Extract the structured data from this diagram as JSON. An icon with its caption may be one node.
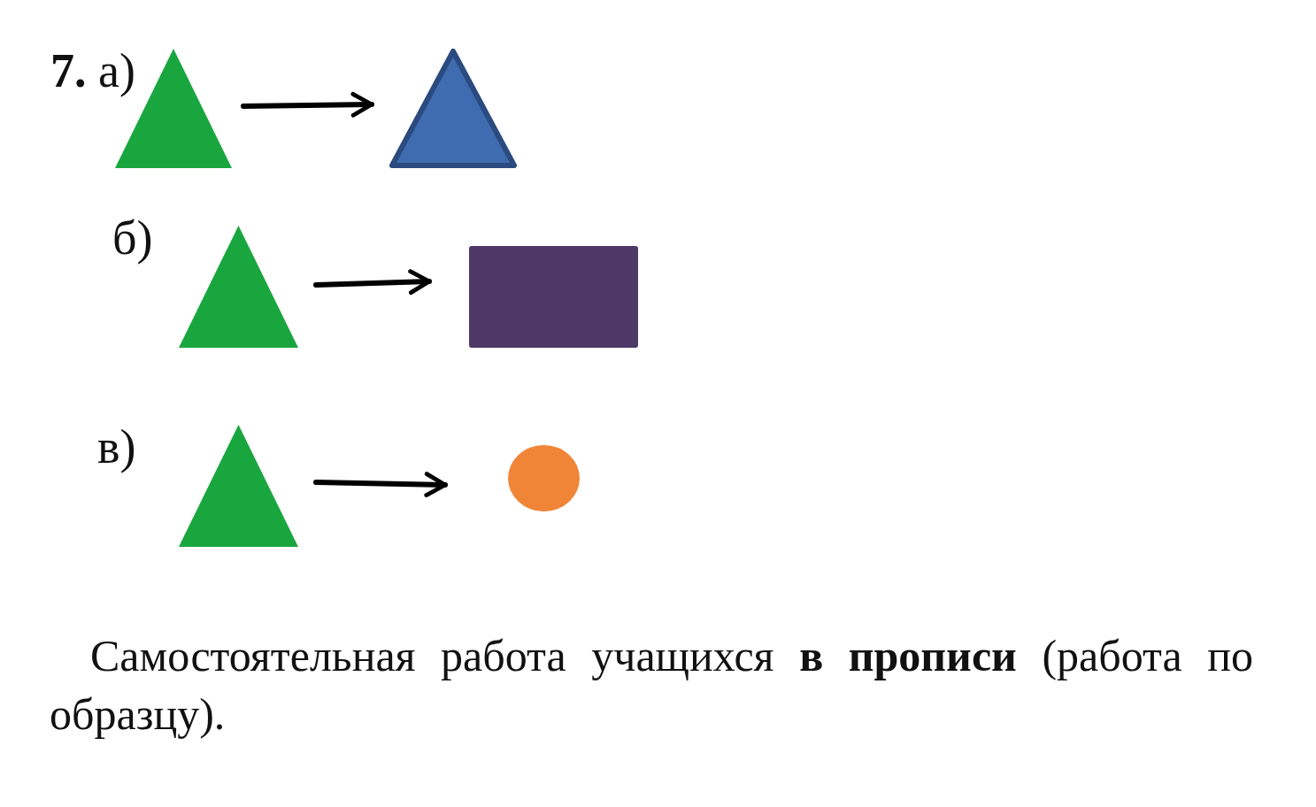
{
  "diagram": {
    "nodes": [
      {
        "text": [],
        "shape": "triangle"
      },
      {
        "text": [],
        "shape": "triangle"
      },
      {
        "text": [],
        "shape": "triangle"
      },
      {
        "text": [],
        "shape": "box"
      },
      {
        "text": [],
        "shape": "triangle"
      },
      {
        "text": [],
        "shape": "circle"
      }
    ],
    "edges": [
      {
        "from": 0,
        "to": 1,
        "arrow": "to"
      },
      {
        "from": 2,
        "to": 3,
        "arrow": "to"
      },
      {
        "from": 4,
        "to": 5,
        "arrow": "to"
      }
    ],
    "labels": [
      "**7.** а)",
      "б)",
      "в)",
      "Самостоятельная работа учащихся **в прописи** (работа по образцу)."
    ]
  }
}
